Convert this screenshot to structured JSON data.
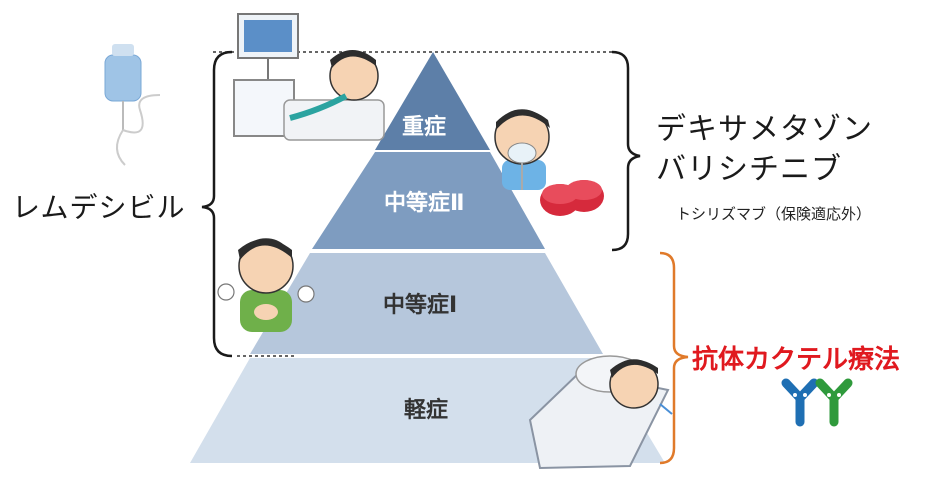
{
  "tiers": {
    "severe": "重症",
    "moderate2": "中等症Ⅱ",
    "moderate1": "中等症Ⅰ",
    "mild": "軽症"
  },
  "treatments": {
    "remdesivir": "レムデシビル",
    "dexamethasone": "デキサメタゾン",
    "baricitinib": "バリシチニブ",
    "tocilizumab": "トシリズマブ（保険適応外）",
    "antibody_cocktail": "抗体カクテル療法"
  },
  "colors": {
    "tier_severe": "#5d7fa8",
    "tier_moderate2": "#7e9cc0",
    "tier_moderate1": "#b6c7dc",
    "tier_mild": "#d3dfec",
    "bracket_dark": "#1a1a1a",
    "bracket_orange": "#e07a2a",
    "accent_red": "#e0191f",
    "antibody_blue": "#1f6fb3",
    "antibody_green": "#2f9a3c"
  },
  "icons": [
    "iv-drip-icon",
    "ventilator-patient-icon",
    "oxygen-mask-patient-icon",
    "pill-tablets-icon",
    "coughing-person-icon",
    "sick-in-bed-icon",
    "antibody-icon"
  ]
}
